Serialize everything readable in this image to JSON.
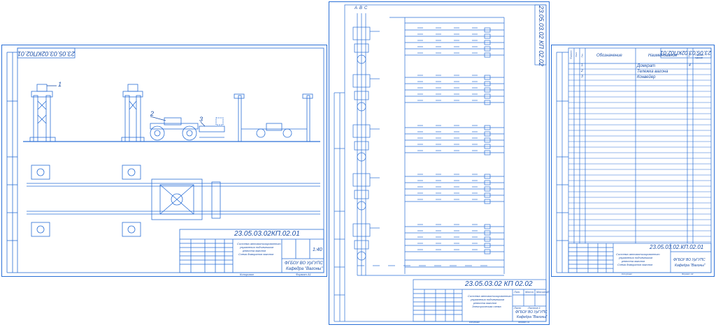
{
  "sheet1": {
    "code_rotated": "23.05.03.02КП02.01",
    "callouts": [
      "1",
      "2",
      "3"
    ],
    "title_block": {
      "code": "23.05.03.02КП.02.01",
      "title_lines": [
        "Система автоматизированного",
        "управления подъемником",
        "ремонта вагонов",
        "Схема домкратов вагонов"
      ],
      "scale": "1:40",
      "org": "ФГБОУ ВО УрГУПС",
      "dept": "Кафедра \"Вагоны\"",
      "footer_left": "Копировал",
      "footer_right": "Формат А1"
    }
  },
  "sheet2": {
    "phases": [
      "A",
      "B",
      "C"
    ],
    "code_rotated": "23.05.03.02 КП 02.02",
    "title_block": {
      "code": "23.05.03.02 КП 02.02",
      "title_lines": [
        "Система автоматизированного",
        "управления подъемником",
        "ремонта вагонов",
        "Электрическая схема"
      ],
      "col_headers": [
        "Лит.",
        "Масса",
        "Масштаб"
      ],
      "sheet_label": "Лист",
      "sheets_label": "Листов 1",
      "org": "ФГБОУ ВО УрГУПС",
      "dept": "Кафедра \"Вагоны\"",
      "footer_left": "Копировал",
      "footer_right": "Формат А1"
    }
  },
  "sheet3": {
    "code_rotated": "23.05.03.02КП02.01",
    "spec_headers": [
      "Формат",
      "Зона",
      "Поз.",
      "Обозначение",
      "Наименование",
      "Кол.",
      "Приме-чание"
    ],
    "rows": [
      {
        "pos": "1",
        "name": "Домкрат",
        "qty": "4"
      },
      {
        "pos": "2",
        "name": "Тележка вагона",
        "qty": ""
      },
      {
        "pos": "3",
        "name": "Конвейер",
        "qty": ""
      }
    ],
    "title_block": {
      "code": "23.05.03.02.КП.02.01",
      "title_lines": [
        "Система автоматизированного",
        "управления подъемником",
        "ремонта вагонов",
        "Схема домкратов вагонов"
      ],
      "org": "ФГБОУ ВО УрГУПС",
      "dept": "Кафедра \"Вагоны\"",
      "footer_left": "Копировал",
      "footer_right": "Формат А4"
    }
  }
}
